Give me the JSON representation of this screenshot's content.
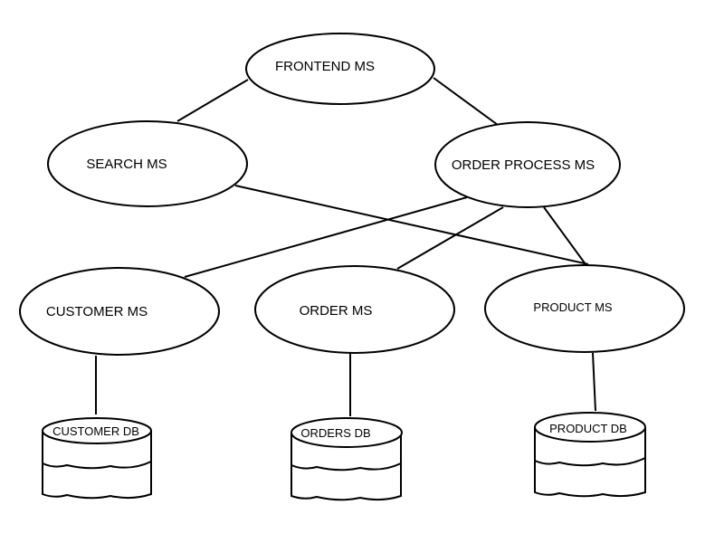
{
  "services": {
    "frontend": "FRONTEND MS",
    "search": "SEARCH MS",
    "order_process": "ORDER PROCESS MS",
    "customer": "CUSTOMER MS",
    "order": "ORDER MS",
    "product": "PRODUCT MS"
  },
  "databases": {
    "customer": "CUSTOMER DB",
    "orders": "ORDERS DB",
    "product": "PRODUCT DB"
  },
  "connections": [
    [
      "frontend",
      "search"
    ],
    [
      "frontend",
      "order_process"
    ],
    [
      "search",
      "product"
    ],
    [
      "order_process",
      "customer"
    ],
    [
      "order_process",
      "order"
    ],
    [
      "order_process",
      "product"
    ],
    [
      "customer",
      "customer_db"
    ],
    [
      "order",
      "orders_db"
    ],
    [
      "product",
      "product_db"
    ]
  ]
}
